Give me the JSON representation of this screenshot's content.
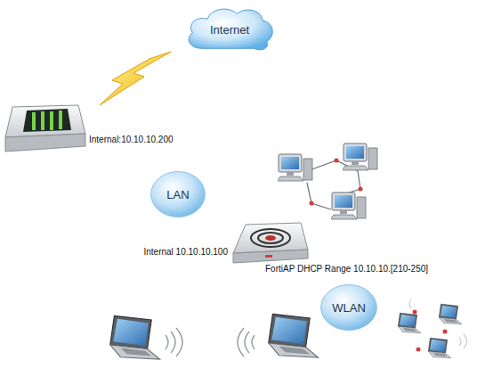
{
  "diagram": {
    "nodes": [
      {
        "text": [
          "Internet"
        ]
      },
      {
        "text": [
          "LAN"
        ]
      },
      {
        "text": [
          "WLAN"
        ]
      }
    ],
    "labels": [
      "Internal:10.10.10.200",
      "Internal 10.10.10.100",
      "FortiAP DHCP Range 10.10.10.[210-250]"
    ]
  }
}
